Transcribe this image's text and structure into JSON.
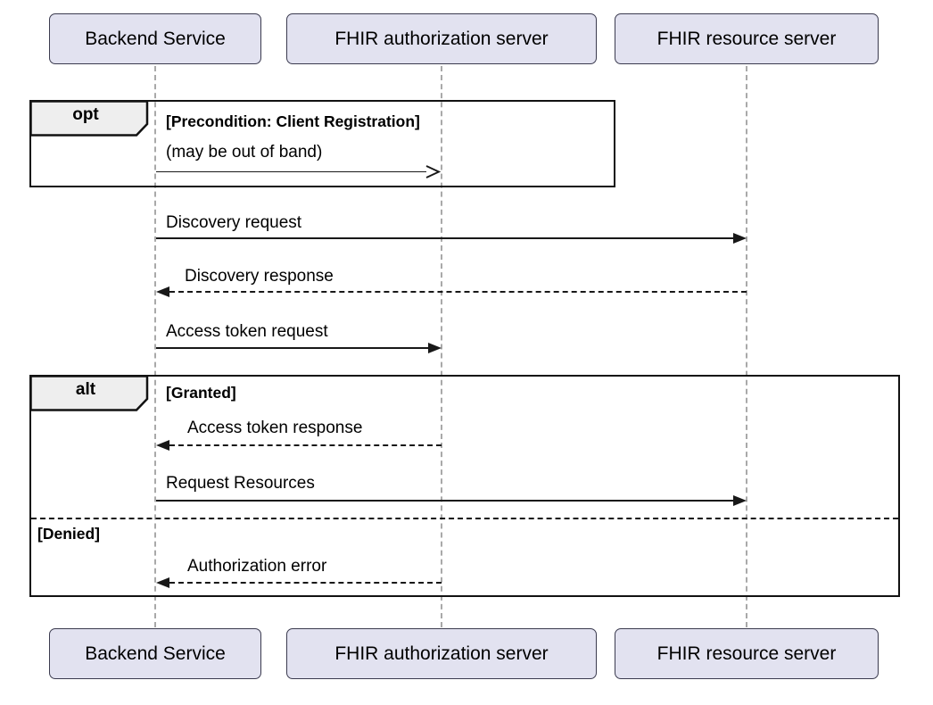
{
  "diagram": {
    "type": "uml-sequence-diagram",
    "participants": [
      {
        "name": "Backend Service"
      },
      {
        "name": "FHIR authorization server"
      },
      {
        "name": "FHIR resource server"
      }
    ],
    "opt_fragment": {
      "keyword": "opt",
      "condition": "[Precondition: Client Registration]",
      "message": "(may be out of band)"
    },
    "messages": {
      "discovery_request": "Discovery request",
      "discovery_response": "Discovery response",
      "access_token_request": "Access token request"
    },
    "alt_fragment": {
      "keyword": "alt",
      "granted_condition": "[Granted]",
      "denied_condition": "[Denied]",
      "access_token_response": "Access token response",
      "request_resources": "Request Resources",
      "authorization_error": "Authorization error"
    },
    "colors": {
      "background": "#FFFFFF",
      "participant_fill": "#E2E2F0",
      "participant_border": "#3B3B4F",
      "fragment_border": "#121212",
      "fragment_label_fill": "#EEEEEE",
      "message_line": "#181818",
      "lifeline": "#A9A9A9",
      "text": "#000000"
    }
  }
}
